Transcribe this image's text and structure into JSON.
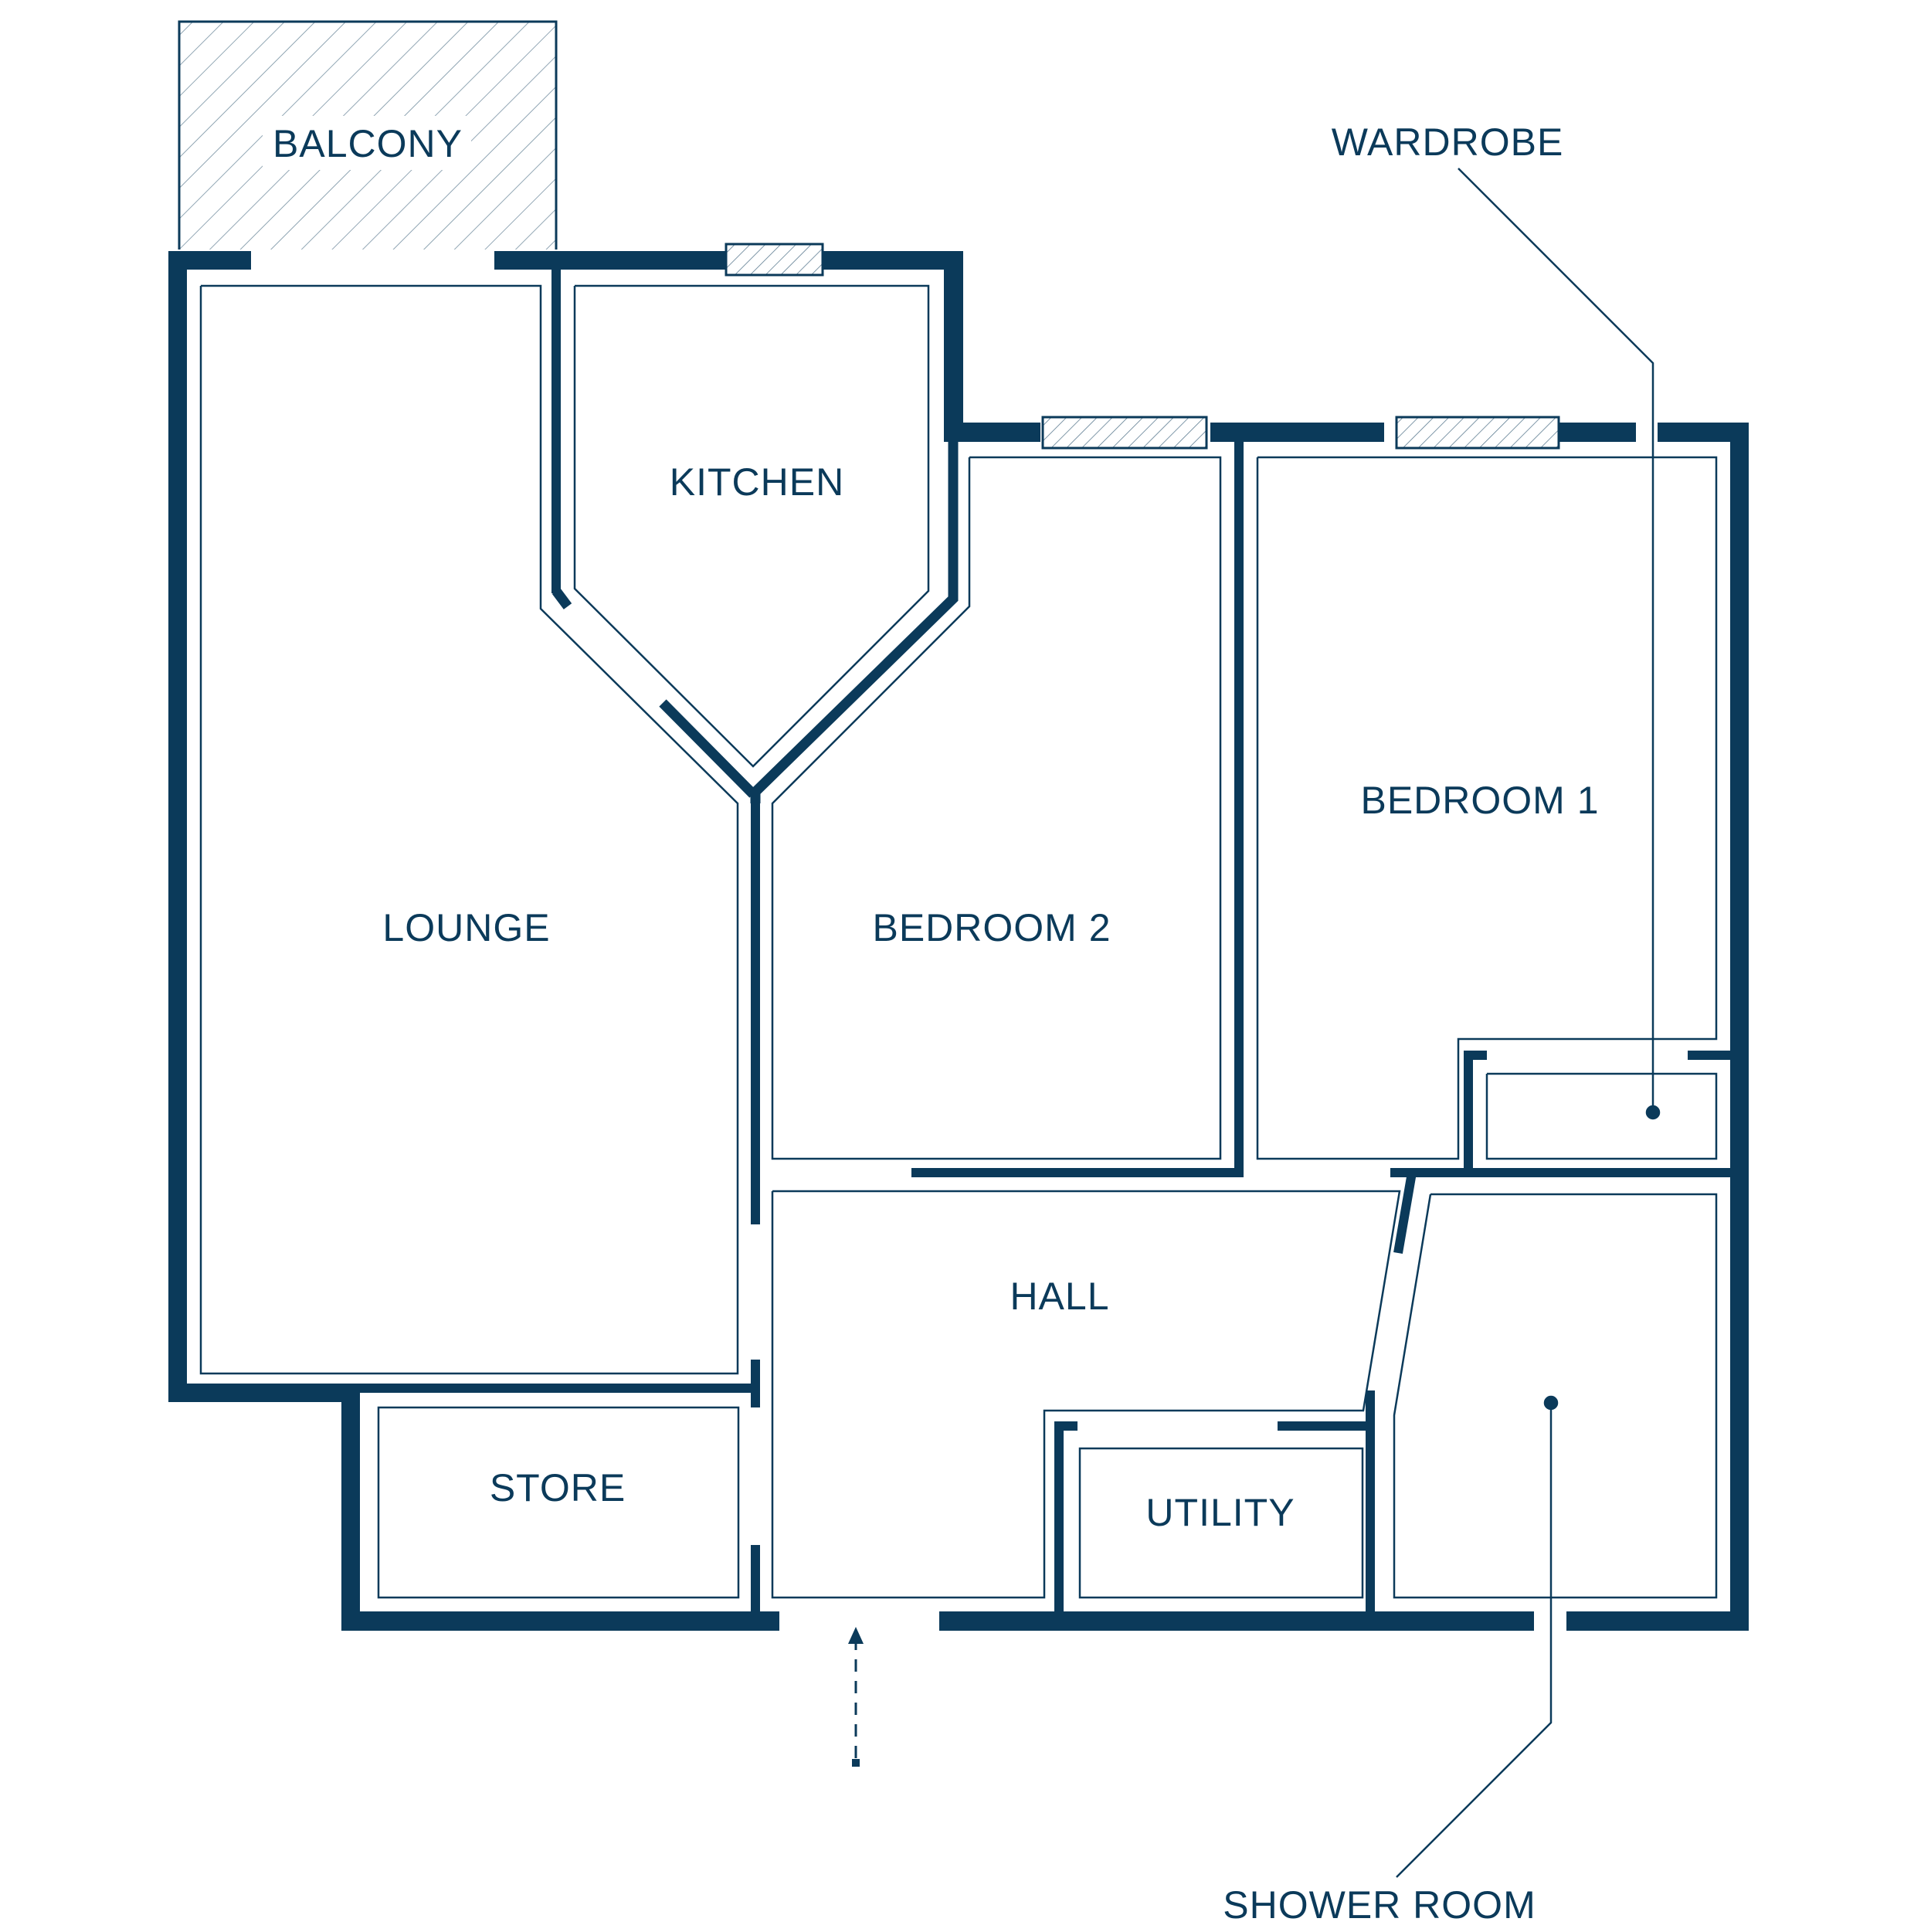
{
  "colors": {
    "wall": "#0b3a5a",
    "line": "#0b3a5a",
    "background": "#ffffff"
  },
  "rooms": {
    "balcony": "BALCONY",
    "kitchen": "KITCHEN",
    "lounge": "LOUNGE",
    "bedroom2": "BEDROOM 2",
    "bedroom1": "BEDROOM 1",
    "hall": "HALL",
    "store": "STORE",
    "utility": "UTILITY"
  },
  "callouts": {
    "wardrobe": "WARDROBE",
    "shower_room": "SHOWER ROOM"
  },
  "entrance": {
    "icon": "entrance-arrow-icon"
  }
}
